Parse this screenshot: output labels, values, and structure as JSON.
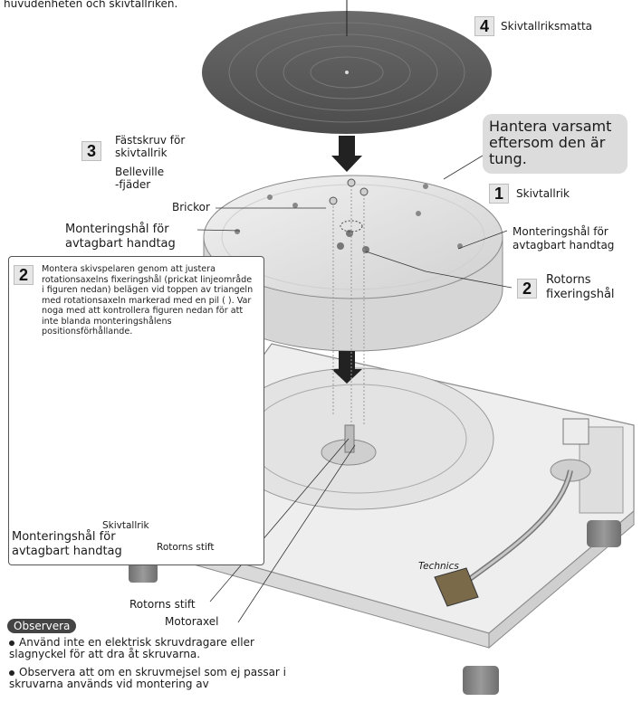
{
  "labels": {
    "top_note": "huvudenheten och skivtallriken.",
    "mat": "Skivtallriksmatta",
    "screw_line1": "Fästskruv för",
    "screw_line2": "skivtallrik",
    "belleville_line1": "Belleville",
    "belleville_line2": "-fjäder",
    "washers": "Brickor",
    "mount_left_line1": "Monteringshål för",
    "mount_left_line2": "avtagbart handtag",
    "mount_right_line1": "Monteringshål för",
    "mount_right_line2": "avtagbart handtag",
    "platter": "Skivtallrik",
    "rotor_hole_line1": "Rotorns",
    "rotor_hole_line2": "fixeringshål",
    "callout": "Hantera varsamt eftersom den är tung.",
    "panel_text": "Montera skivspelaren genom att justera rotationsaxelns fixeringshål (prickat linjeområde i figuren nedan) belägen vid toppen av triangeln med rotationsaxeln markerad med en pil ( ). Var noga med att kontrollera figuren nedan för att inte blanda monteringshålens positionsförhållande.",
    "panel_platter": "Skivtallrik",
    "panel_mount_line1": "Monteringshål för",
    "panel_mount_line2": "avtagbart handtag",
    "panel_rotor_pin": "Rotorns stift",
    "rotor_pin": "Rotorns stift",
    "motor_axis": "Motoraxel",
    "brand": "Technics"
  },
  "steps": {
    "mat": "4",
    "screw": "3",
    "platter": "1",
    "rotor": "2",
    "panel": "2"
  },
  "notes": {
    "heading": "Observera",
    "bullet1": "Använd inte en elektrisk skruvdragare eller slagnyckel för att dra åt skruvarna.",
    "bullet2": "Observera att om en skruvmejsel som ej passar i skruvarna används vid montering av"
  },
  "colors": {
    "mat": "#5a5a5a",
    "platter": "#e4e4e4",
    "body": "#efefef",
    "callout": "#dcdcdc"
  }
}
